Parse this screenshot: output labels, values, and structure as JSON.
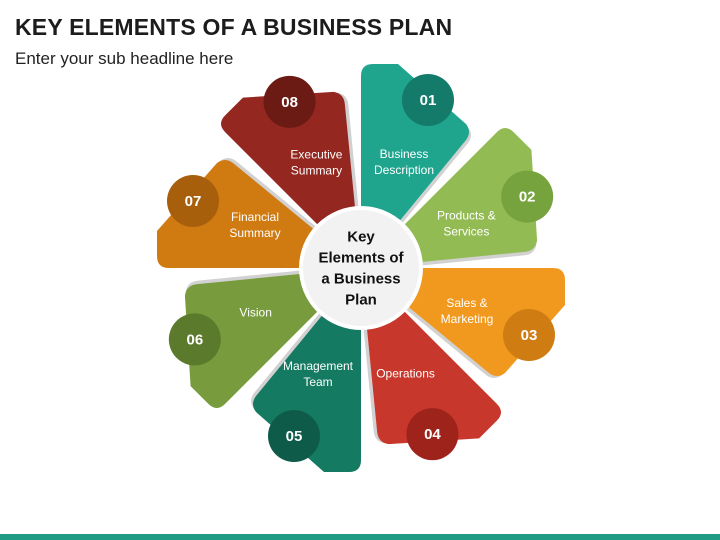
{
  "title": "KEY ELEMENTS OF A BUSINESS PLAN",
  "subtitle": "Enter your sub headline here",
  "center": {
    "lines": [
      "Key",
      "Elements of",
      "a Business",
      "Plan"
    ]
  },
  "petals": [
    {
      "number": "01",
      "lines": [
        "Business",
        "Description"
      ],
      "color": "#1fa58e",
      "badge": "#147a69"
    },
    {
      "number": "02",
      "lines": [
        "Products &",
        "Services"
      ],
      "color": "#93bb53",
      "badge": "#76a33d"
    },
    {
      "number": "03",
      "lines": [
        "Sales &",
        "Marketing"
      ],
      "color": "#f1991f",
      "badge": "#cf7c12"
    },
    {
      "number": "04",
      "lines": [
        "Operations"
      ],
      "color": "#c8372b",
      "badge": "#9e231b"
    },
    {
      "number": "05",
      "lines": [
        "Management",
        "Team"
      ],
      "color": "#157a62",
      "badge": "#0f5b49"
    },
    {
      "number": "06",
      "lines": [
        "Vision"
      ],
      "color": "#779b3d",
      "badge": "#5b7a2b"
    },
    {
      "number": "07",
      "lines": [
        "Financial",
        "Summary"
      ],
      "color": "#d07a12",
      "badge": "#a85f0b"
    },
    {
      "number": "08",
      "lines": [
        "Executive",
        "Summary"
      ],
      "color": "#94271f",
      "badge": "#6b1a14"
    }
  ],
  "colors": {
    "accent_bar": "#1f9a83",
    "center_fill": "#f2f2f2"
  }
}
